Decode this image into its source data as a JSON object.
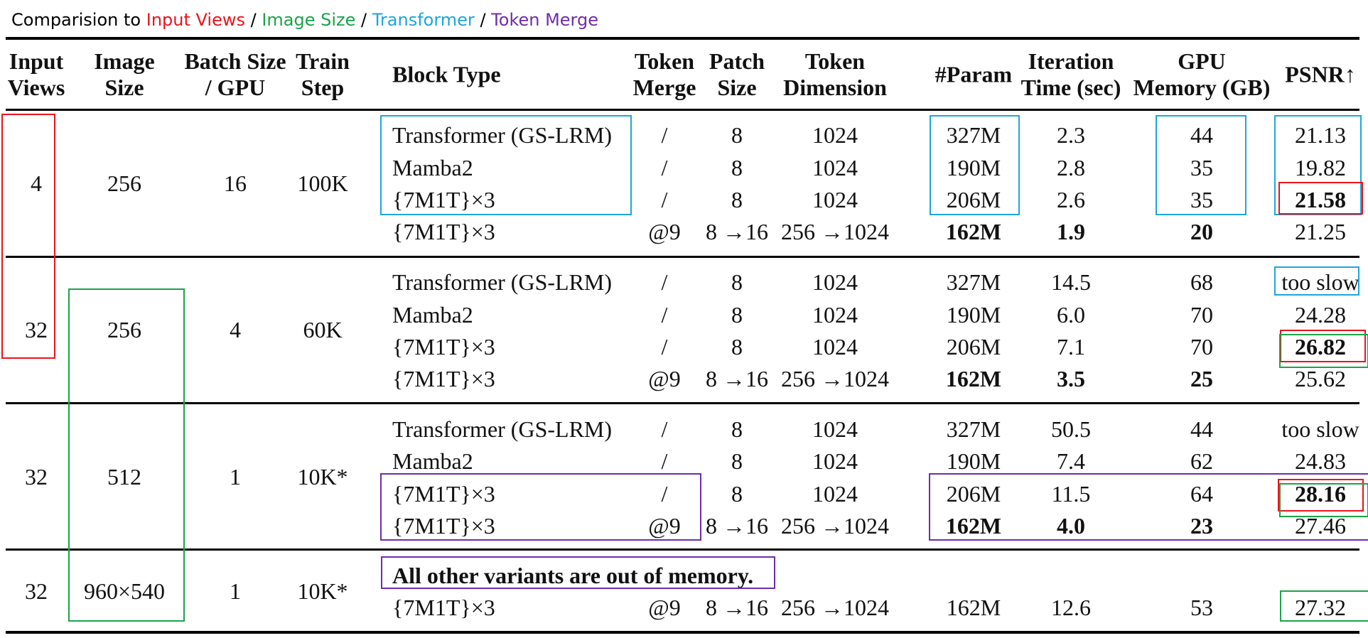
{
  "legend": {
    "prefix": "Comparision to",
    "items": [
      "Input Views",
      "Image Size",
      "Transformer",
      "Token Merge"
    ],
    "separator": "/",
    "colors": {
      "input_views": "#e8141c",
      "image_size": "#1aa34a",
      "transformer": "#1ea6d8",
      "token_merge": "#6f2da8"
    }
  },
  "headers": {
    "input_views": "Input\nViews",
    "image_size": "Image\nSize",
    "batch": "Batch Size\n/ GPU",
    "train_step": "Train\nStep",
    "block_type": "Block Type",
    "token_merge": "Token\nMerge",
    "patch_size": "Patch\nSize",
    "token_dim": "Token\nDimension",
    "params": "#Param",
    "iter_time": "Iteration\nTime (sec)",
    "gpu_mem": "GPU\nMemory (GB)",
    "psnr": "PSNR↑"
  },
  "groups": [
    {
      "input_views": "4",
      "image_size": "256",
      "batch": "16",
      "train_step": "100K",
      "rows": [
        {
          "block": "Transformer (GS-LRM)",
          "merge": "/",
          "patch": "8",
          "dim": "1024",
          "params": "327M",
          "iter": "2.3",
          "gpu": "44",
          "psnr": "21.13"
        },
        {
          "block": "Mamba2",
          "merge": "/",
          "patch": "8",
          "dim": "1024",
          "params": "190M",
          "iter": "2.8",
          "gpu": "35",
          "psnr": "19.82"
        },
        {
          "block": "{7M1T}×3",
          "merge": "/",
          "patch": "8",
          "dim": "1024",
          "params": "206M",
          "iter": "2.6",
          "gpu": "35",
          "psnr": "21.58"
        },
        {
          "block": "{7M1T}×3",
          "merge": "@9",
          "patch": "8 →16",
          "dim": "256 →1024",
          "params": "162M",
          "iter": "1.9",
          "gpu": "20",
          "psnr": "21.25"
        }
      ]
    },
    {
      "input_views": "32",
      "image_size": "256",
      "batch": "4",
      "train_step": "60K",
      "rows": [
        {
          "block": "Transformer (GS-LRM)",
          "merge": "/",
          "patch": "8",
          "dim": "1024",
          "params": "327M",
          "iter": "14.5",
          "gpu": "68",
          "psnr": "too slow"
        },
        {
          "block": "Mamba2",
          "merge": "/",
          "patch": "8",
          "dim": "1024",
          "params": "190M",
          "iter": "6.0",
          "gpu": "70",
          "psnr": "24.28"
        },
        {
          "block": "{7M1T}×3",
          "merge": "/",
          "patch": "8",
          "dim": "1024",
          "params": "206M",
          "iter": "7.1",
          "gpu": "70",
          "psnr": "26.82"
        },
        {
          "block": "{7M1T}×3",
          "merge": "@9",
          "patch": "8 →16",
          "dim": "256 →1024",
          "params": "162M",
          "iter": "3.5",
          "gpu": "25",
          "psnr": "25.62"
        }
      ]
    },
    {
      "input_views": "32",
      "image_size": "512",
      "batch": "1",
      "train_step": "10K*",
      "rows": [
        {
          "block": "Transformer (GS-LRM)",
          "merge": "/",
          "patch": "8",
          "dim": "1024",
          "params": "327M",
          "iter": "50.5",
          "gpu": "44",
          "psnr": "too slow"
        },
        {
          "block": "Mamba2",
          "merge": "/",
          "patch": "8",
          "dim": "1024",
          "params": "190M",
          "iter": "7.4",
          "gpu": "62",
          "psnr": "24.83"
        },
        {
          "block": "{7M1T}×3",
          "merge": "/",
          "patch": "8",
          "dim": "1024",
          "params": "206M",
          "iter": "11.5",
          "gpu": "64",
          "psnr": "28.16"
        },
        {
          "block": "{7M1T}×3",
          "merge": "@9",
          "patch": "8 →16",
          "dim": "256 →1024",
          "params": "162M",
          "iter": "4.0",
          "gpu": "23",
          "psnr": "27.46"
        }
      ]
    },
    {
      "input_views": "32",
      "image_size": "960×540",
      "batch": "1",
      "train_step": "10K*",
      "note": "All other variants are out of memory.",
      "rows": [
        {
          "block": "{7M1T}×3",
          "merge": "@9",
          "patch": "8 →16",
          "dim": "256 →1024",
          "params": "162M",
          "iter": "12.6",
          "gpu": "53",
          "psnr": "27.32"
        }
      ]
    }
  ]
}
